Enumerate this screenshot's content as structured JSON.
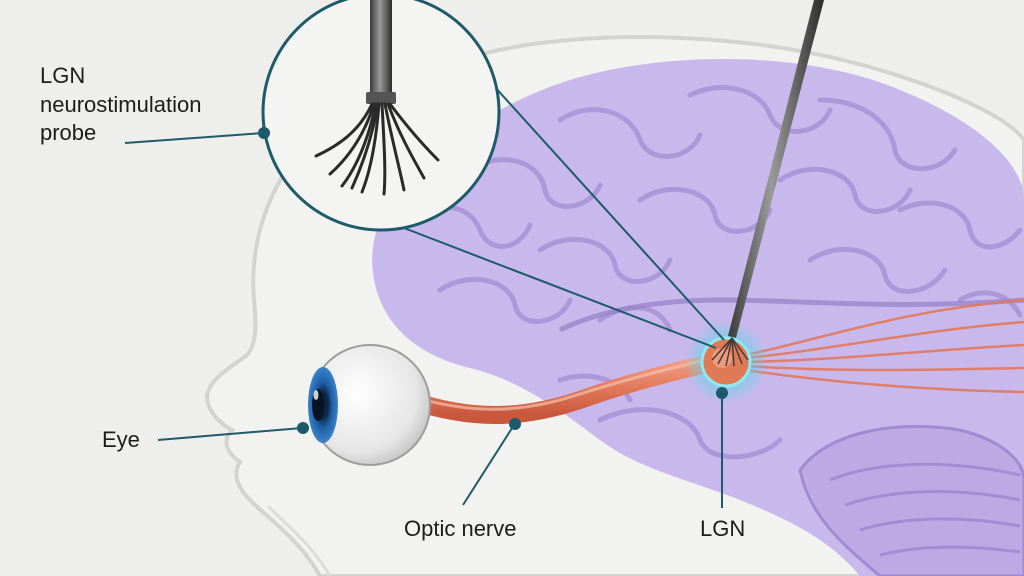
{
  "labels": {
    "probe": [
      "LGN",
      "neurostimulation",
      "probe"
    ],
    "eye": "Eye",
    "optic_nerve": "Optic nerve",
    "lgn": "LGN"
  },
  "colors": {
    "background": "#eeeeec",
    "brain": "#c9b8ec",
    "brain_fold": "#a893d6",
    "nerve": "#e2795a",
    "leader": "#1d5a6a",
    "glow": "#4fd8e6",
    "iris": "#1f5fa6"
  },
  "icons": {
    "probe": "electrode-probe-icon",
    "eye": "eyeball-icon",
    "lgn": "lgn-node-icon"
  }
}
